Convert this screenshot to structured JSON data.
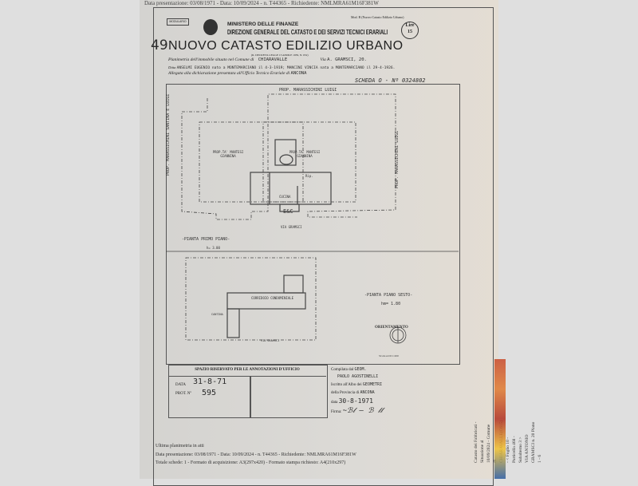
{
  "top_line": "Data presentazione: 03/08/1971 - Data: 10/09/2024 - n. T44365 - Richiedente: NMLMRA61M16F381W",
  "header": {
    "modulario": "MODULARIO",
    "ministero": "MINISTERO DELLE FINANZE",
    "direzione": "DIREZIONE GENERALE DEL CATASTO E DEI SERVIZI TECNICI ERARIALI",
    "mod_b": "Mod. B (Nuovo Catasto Edilizio Urbano)",
    "lire": "Lire",
    "lire_value": "15",
    "sheet_number": "49",
    "title": "NUOVO CATASTO EDILIZIO URBANO",
    "decreto": "(R. DECRETO-LEGGE 13 APRILE 1939, N. 652)"
  },
  "fields": {
    "planimetria_label": "Planimetria dell'immobile situato nel Comune di",
    "comune": "CHIARAVALLE",
    "via_label": "Via",
    "via": "A. GRAMSCI, 20.",
    "ditta_label": "Ditta",
    "ditta": "ANSELMI EUGENIO nato a MONTEMARCIANO il 4-3-1919; MANCINI VINCIA nata a MONTEMARCIANO il 29-4-1926.",
    "allegata_label": "Allegata alla dichiarazione presentata all'Ufficio Tecnico Erariale di",
    "ufficio": "ANCONA",
    "scheda": "SCHEDA O - Nº 0324802"
  },
  "plan": {
    "north_neighbor": "PROP. MARASSICHINI LUIGI",
    "west_neighbor": "PROP. MARASSICHINI SANTINA E LUIGI",
    "east_neighbor": "PROP. MARASSICHINI LUIGI",
    "prop_left": "PROP.TA' MANTESI GIANNINA",
    "prop_right": "PROP.TA' MANTESI GIANNINA",
    "kitchen": "CUCINA",
    "rip": "Rip.",
    "entrance": "E&C",
    "street": "VIA GRAMSCI",
    "first_floor": "-PIANTA PRIMO PIANO-",
    "first_floor_height": "h= 3.00",
    "corridor": "CORRIDOIO CONDOMINIALE",
    "cantina": "CANTINA",
    "street_2": "VIA GRAMSCI",
    "sixth_floor": "-PIANTA PIANO SESTO-",
    "sixth_floor_height": "hm= 1.80",
    "orientamento": "ORIENTAMENTO",
    "scala": "SCALA DI 1:200"
  },
  "annotations": {
    "header": "SPAZIO RISERVATO PER LE ANNOTAZIONI D'UFFICIO",
    "data_label": "DATA",
    "data_value": "31-8-71",
    "prot_label": "PROT. Nº",
    "prot_value": "595"
  },
  "compiler": {
    "compilata_label": "Compilata dal",
    "compilata_value": "GEOM.",
    "name": "PAOLO AGOSTINELLI",
    "iscritto_label": "Iscritto all'Albo dei",
    "iscritto_value": "GEOMETRI",
    "provincia_label": "della Provincia di",
    "provincia_value": "ANCONA",
    "data_label": "data",
    "data_value": "30-8-1971",
    "firma_label": "Firma:"
  },
  "footer": {
    "line1": "Ultima planimetria in atti",
    "line2": "Data presentazione: 03/08/1971 - Data: 10/09/2024 - n. T44365 - Richiedente: NMLMRA61M16F381W",
    "line3": "Totale schede: 1 - Formato di acquisizione: A3(297x420) - Formato stampa richiesto: A4(210x297)"
  },
  "side": {
    "line1": "Catasto dei Fabbricati - Situazione al 10/09/2024 - Comune di CHIARAVALLE(C615) - < Foglio 10 - Particella 468 - Subalterno 3 >",
    "line2": "VIA ANTONIO GRAMSCI n. 20 Piano 1 - 6"
  }
}
